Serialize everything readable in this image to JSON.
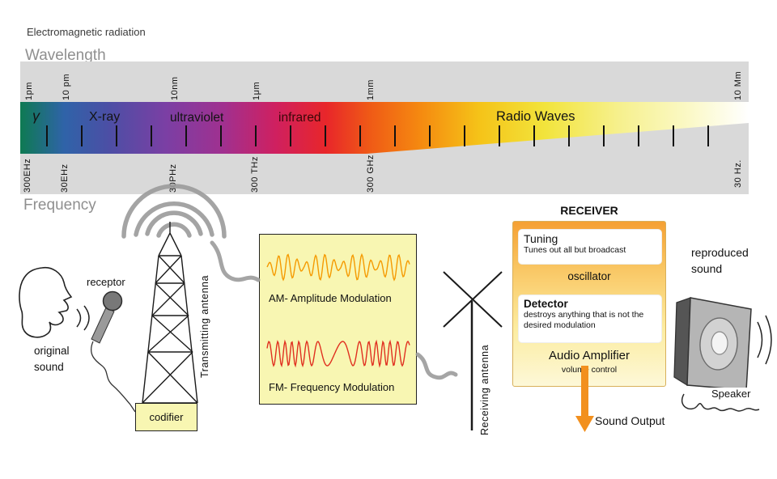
{
  "spectrum": {
    "title": "Electromagnetic radiation",
    "wavelength_label": "Wavelength",
    "frequency_label": "Frequency",
    "bands": [
      {
        "label": "γ"
      },
      {
        "label": "X-ray"
      },
      {
        "label": "ultraviolet"
      },
      {
        "label": "infrared"
      },
      {
        "label": "Radio Waves"
      }
    ],
    "wavelength_ticks": [
      "1pm",
      "10 pm",
      "10nm",
      "1μm",
      "1mm",
      "10 Mm"
    ],
    "frequency_ticks": [
      "300EHz",
      "30EHz",
      "30PHz",
      "300 THz",
      "300 GHz",
      "30 Hz."
    ]
  },
  "chain": {
    "original_sound": "original sound",
    "receptor": "receptor",
    "transmitting_antenna": "Transmitting antenna",
    "codifier": "codifier",
    "am_label": "AM- Amplitude Modulation",
    "fm_label": "FM- Frequency Modulation",
    "receiving_antenna": "Receiving antenna",
    "sound_output": "Sound Output",
    "reproduced_sound": "reproduced sound",
    "speaker": "Speaker"
  },
  "receiver": {
    "title": "RECEIVER",
    "tuning_title": "Tuning",
    "tuning_desc": "Tunes out all but broadcast",
    "oscillator": "oscillator",
    "detector_title": "Detector",
    "detector_desc": "destroys anything that is not the desired modulation",
    "amplifier_title": "Audio Amplifier",
    "amplifier_desc": "volume control"
  },
  "colors": {
    "arrow_orange": "#f2901e",
    "panel_yellow": "#f8f6b2",
    "receiver_orange": "#f5a033",
    "am_wave": "#f59a00",
    "fm_wave": "#e03020",
    "spectrum_gray": "#d9d9d9"
  }
}
